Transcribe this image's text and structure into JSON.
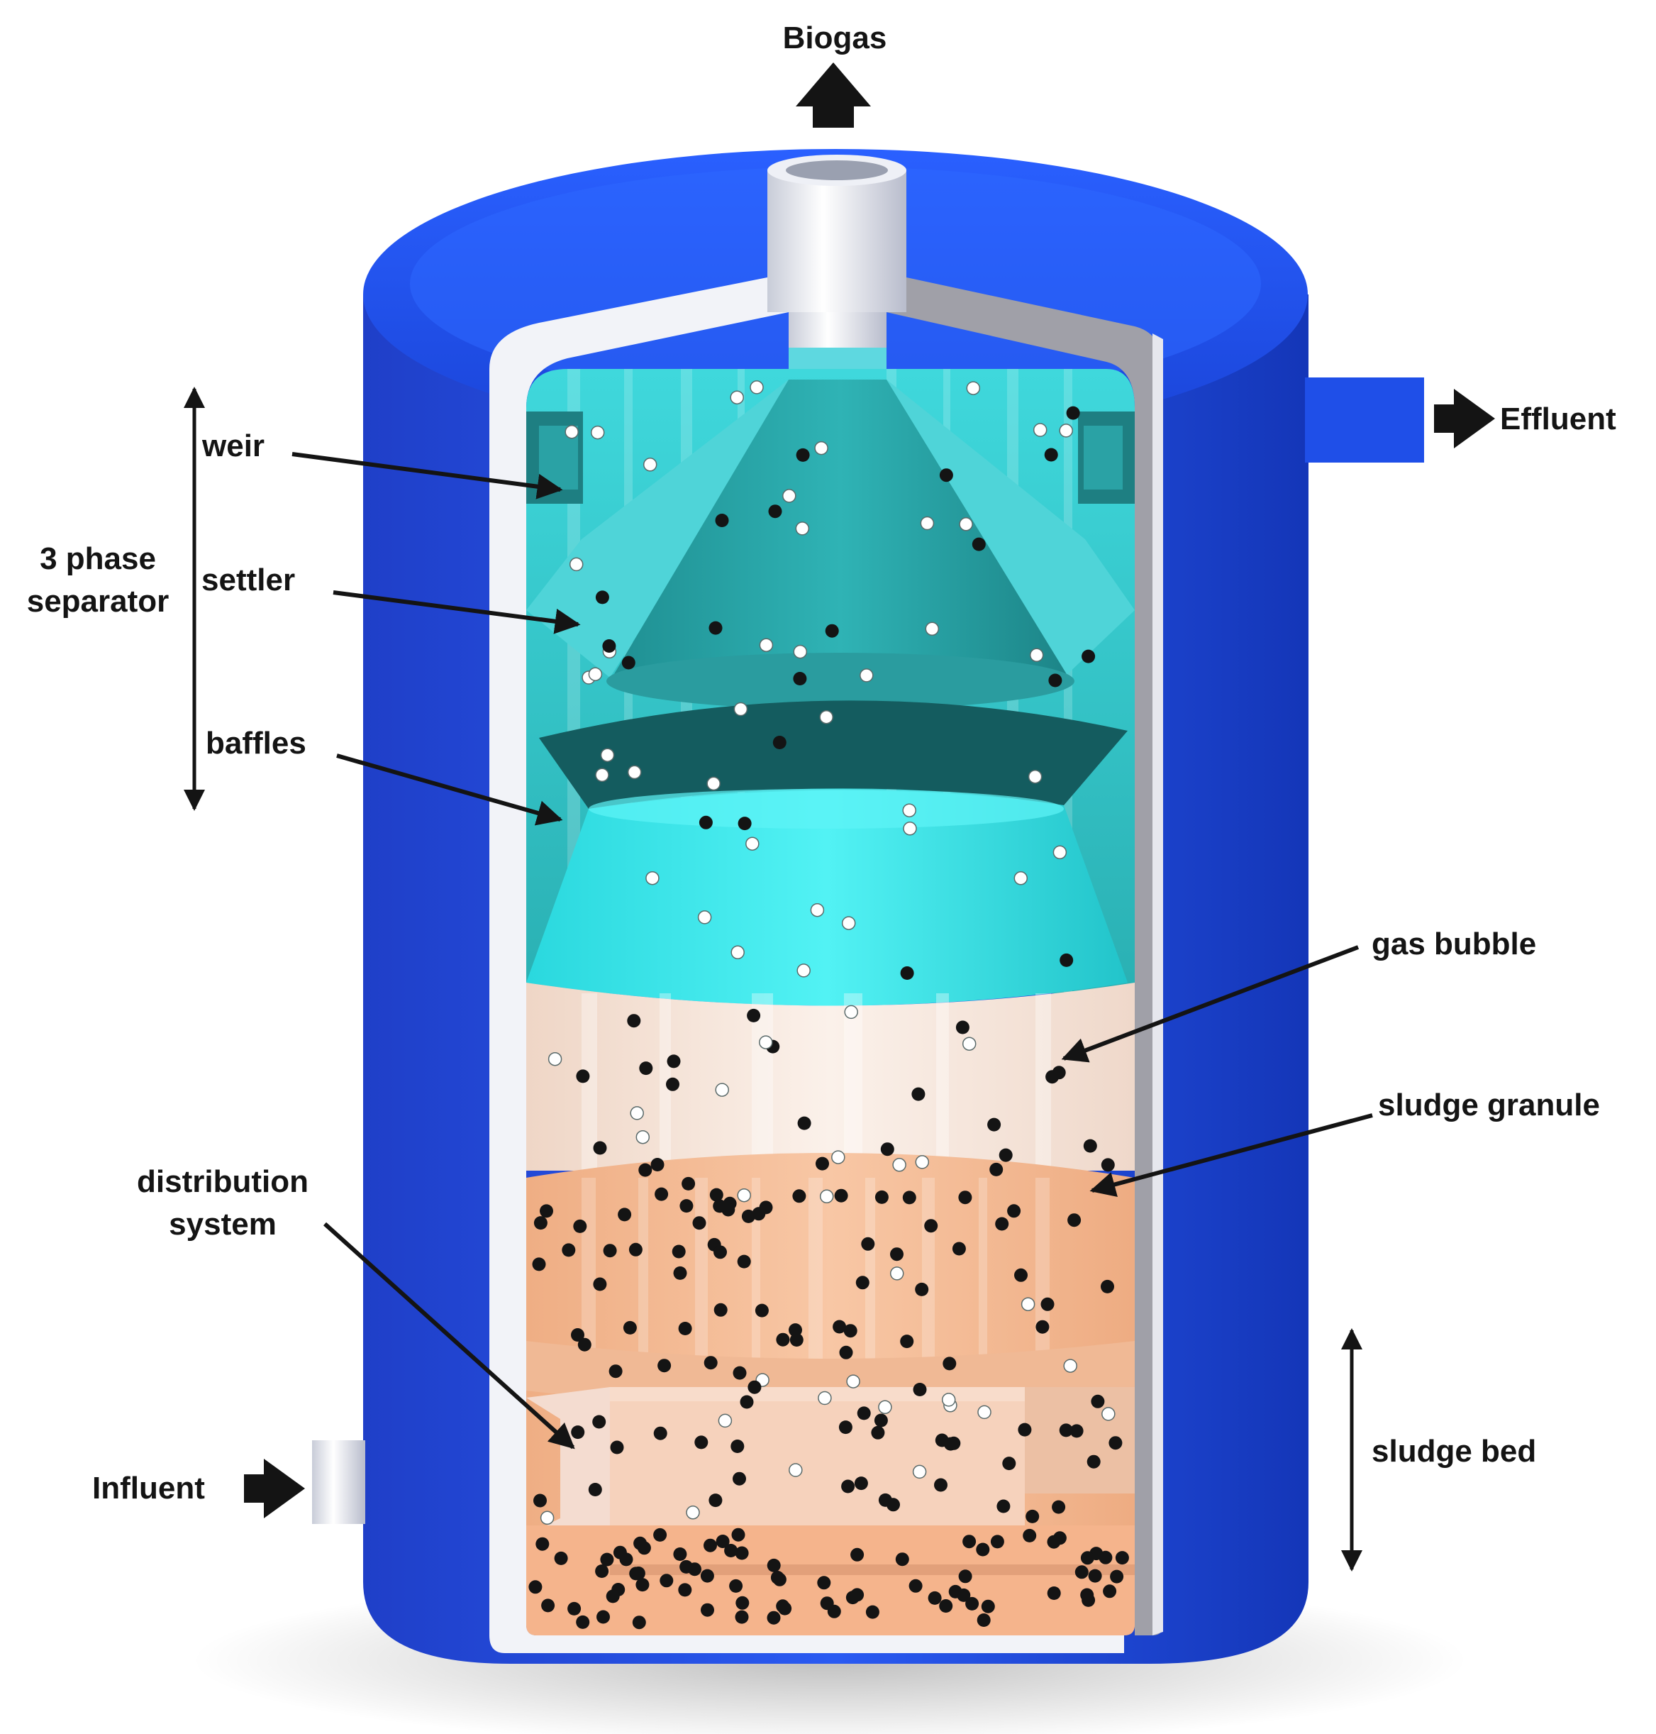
{
  "labels": {
    "biogas": "Biogas",
    "effluent": "Effluent",
    "weir": "weir",
    "three_phase_line1": "3 phase",
    "three_phase_line2": "separator",
    "settler": "settler",
    "baffles": "baffles",
    "gas_bubble": "gas bubble",
    "sludge_granule": "sludge granule",
    "distribution_line1": "distribution",
    "distribution_line2": "system",
    "influent": "Influent",
    "sludge_bed": "sludge bed"
  },
  "colors": {
    "tank_blue": "#1f4fe8",
    "tank_blue_dark": "#0f2fa8",
    "cyan": "#36e6ea",
    "teal": "#2aa3a4",
    "teal_dark": "#155f62",
    "sludge": "#f3b890",
    "sludge_light": "#f6e6dc",
    "granule": "#141414",
    "bubble": "#ffffff"
  }
}
